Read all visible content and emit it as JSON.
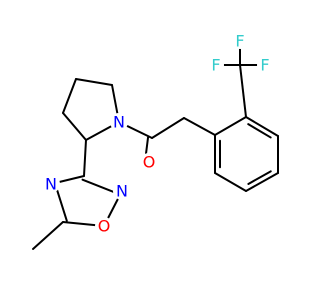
{
  "colors": {
    "bond": "#000000",
    "nitrogen": "#0000ff",
    "oxygen": "#ff0000",
    "fluorine": "#33cccc"
  },
  "atom_labels": {
    "n_pyrrolidine": "N",
    "o_carbonyl": "O",
    "n_oxadiazole_2": "N",
    "n_oxadiazole_4": "N",
    "o_oxadiazole_1": "O",
    "f_1": "F",
    "f_2": "F",
    "f_3": "F"
  }
}
